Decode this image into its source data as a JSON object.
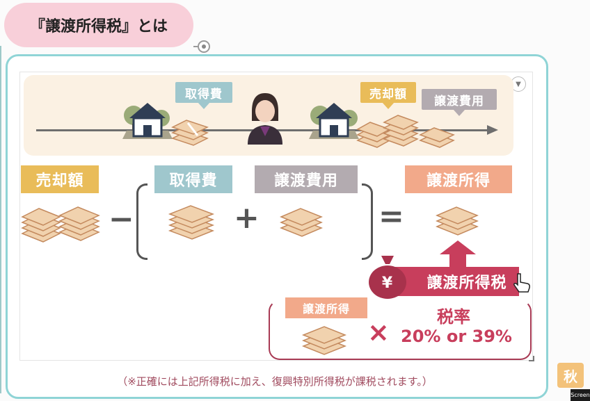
{
  "title": "『譲渡所得税』とは",
  "timeline": {
    "acquisition_cost_label": "取得費",
    "sale_price_label": "売却額",
    "transfer_expense_label": "譲渡費用"
  },
  "formula": {
    "sale_price_label": "売却額",
    "acquisition_cost_label": "取得費",
    "transfer_expense_label": "譲渡費用",
    "transfer_income_label": "譲渡所得",
    "minus": "−",
    "plus": "+",
    "equals": "="
  },
  "tax": {
    "yen_symbol": "¥",
    "banner_label": "譲渡所得税",
    "income_chip_label": "譲渡所得",
    "times": "×",
    "rate_label": "税率",
    "rate_value": "20% or 39%"
  },
  "note": "（※正確には上記所得税に加え、復興特別所得税が課税されます。）",
  "badges": {
    "aki": "秋",
    "screen": "Screen"
  },
  "colors": {
    "sale": "#e9bc59",
    "acquisition": "#9fc7cd",
    "expense": "#b3abb0",
    "income": "#f2a98a",
    "tax": "#c83e5c",
    "band": "#fbf1e3",
    "frame": "#8fd4d6"
  }
}
